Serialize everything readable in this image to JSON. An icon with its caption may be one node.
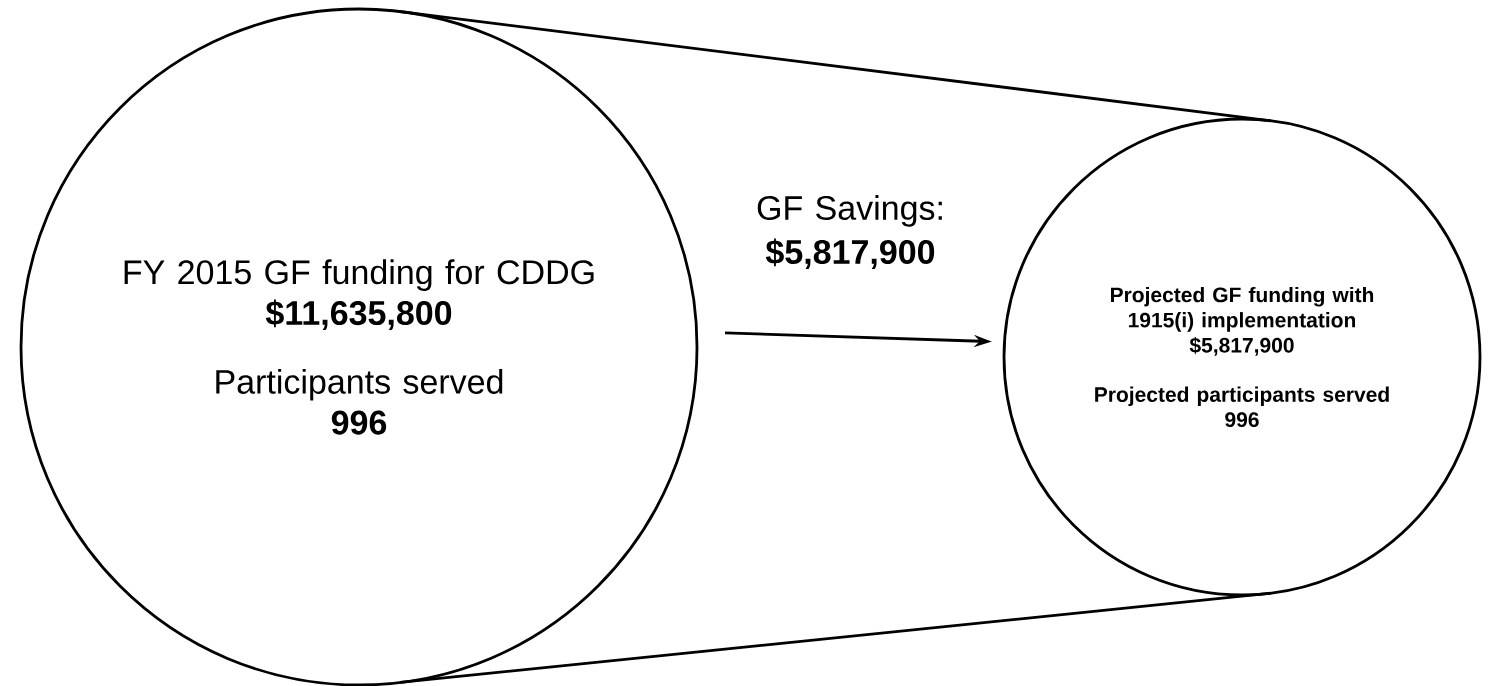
{
  "diagram": {
    "nodes": [
      {
        "text": [
          "FY 2015 GF funding for CDDG",
          "$11,635,800",
          "Participants served",
          "996"
        ]
      },
      {
        "text": [
          "Projected GF funding with 1915(i) implementation",
          "$5,817,900",
          "Projected participants served",
          "996"
        ]
      }
    ],
    "edges": [
      {
        "from": 0,
        "to": 1,
        "arrow": "none"
      },
      {
        "from": 0,
        "to": 1,
        "arrow": "none"
      },
      {
        "from": 0,
        "to": 1,
        "arrow": "to",
        "label": "GF Savings: **$5,817,900**"
      }
    ]
  }
}
